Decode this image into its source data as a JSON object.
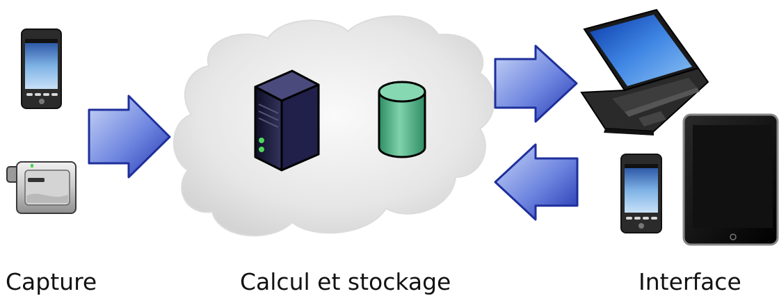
{
  "labels": {
    "capture": "Capture",
    "calcul": "Calcul et stockage",
    "interface": "Interface"
  },
  "icons": {
    "left": [
      "smartphone-icon",
      "camcorder-icon"
    ],
    "cloud": [
      "cloud-icon",
      "server-icon",
      "database-icon"
    ],
    "right": [
      "laptop-icon",
      "smartphone-icon",
      "tablet-icon"
    ],
    "arrows": [
      "arrow-right-icon",
      "arrow-right-icon",
      "arrow-left-icon"
    ]
  },
  "colors": {
    "arrow_light": "#b8c8f0",
    "arrow_dark": "#2a3fb8",
    "cloud": "#e3e3e3",
    "server": "#1c1c3e",
    "database": "#3aa878",
    "screen": "#6fa8dc",
    "device_body": "#2b2b2b"
  }
}
